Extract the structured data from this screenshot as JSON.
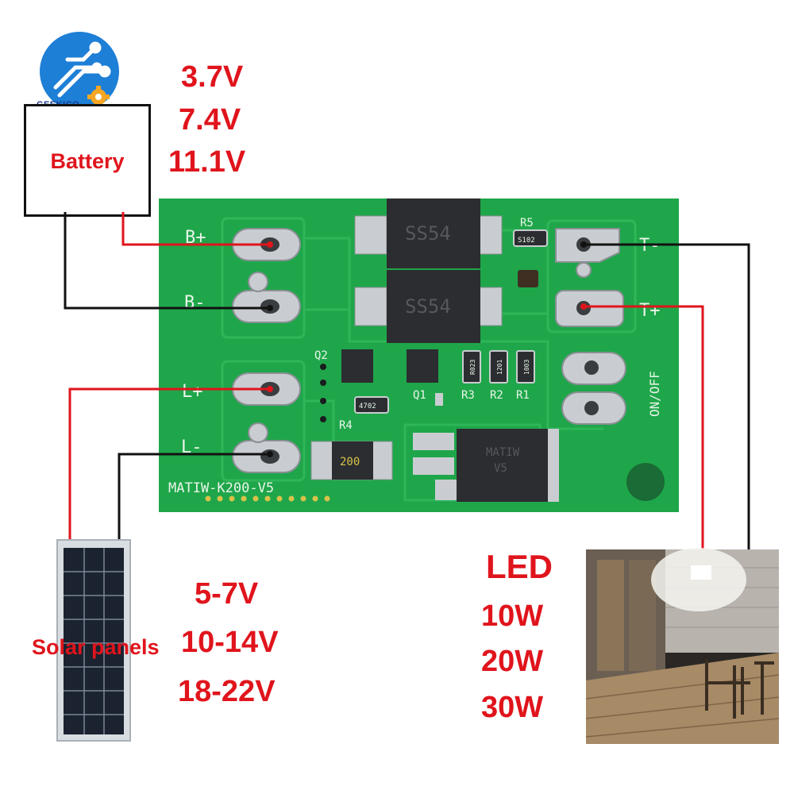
{
  "logo": {
    "text": "GEEKICO"
  },
  "battery": {
    "label": "Battery",
    "voltages": [
      "3.7V",
      "7.4V",
      "11.1V"
    ]
  },
  "solar": {
    "label": "Solar panels",
    "voltages": [
      "5-7V",
      "10-14V",
      "18-22V"
    ]
  },
  "led": {
    "label": "LED",
    "wattages": [
      "10W",
      "20W",
      "30W"
    ]
  },
  "pcb": {
    "model": "MATIW-K200-V5",
    "terminals": {
      "b_plus": "B+",
      "b_minus": "B-",
      "l_plus": "L+",
      "l_minus": "L-",
      "t_minus": "T-",
      "t_plus": "T+"
    },
    "switch": "ON/OFF",
    "diodes": [
      "SS54",
      "SS54"
    ],
    "labels": {
      "r5": "R5",
      "r5_code": "S102",
      "q2": "Q2",
      "q1": "Q1",
      "r4": "R4",
      "r4_code": "4702",
      "r3": "R3",
      "r2": "R2",
      "r1": "R1",
      "shunt_code": "200"
    },
    "resistor_codes": [
      "R023",
      "1201",
      "1003"
    ],
    "mosfet": [
      "MATIW",
      "V5"
    ]
  },
  "colors": {
    "label_red": "#e0141c",
    "pcb_green": "#1fa64a",
    "wire_red": "#e0141c",
    "wire_black": "#111111"
  }
}
